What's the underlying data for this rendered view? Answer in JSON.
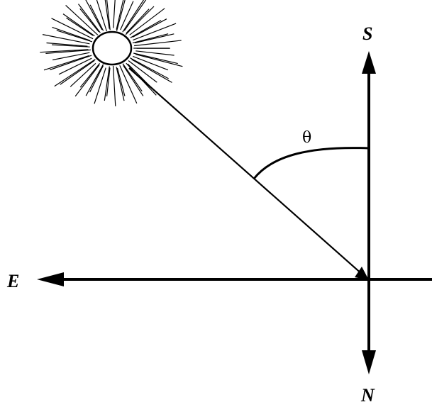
{
  "labels": {
    "south": "S",
    "north": "N",
    "east": "E",
    "angle": "θ"
  },
  "colors": {
    "line": "#000000",
    "background": "#ffffff"
  },
  "icons": {
    "sun": "sun-icon"
  }
}
